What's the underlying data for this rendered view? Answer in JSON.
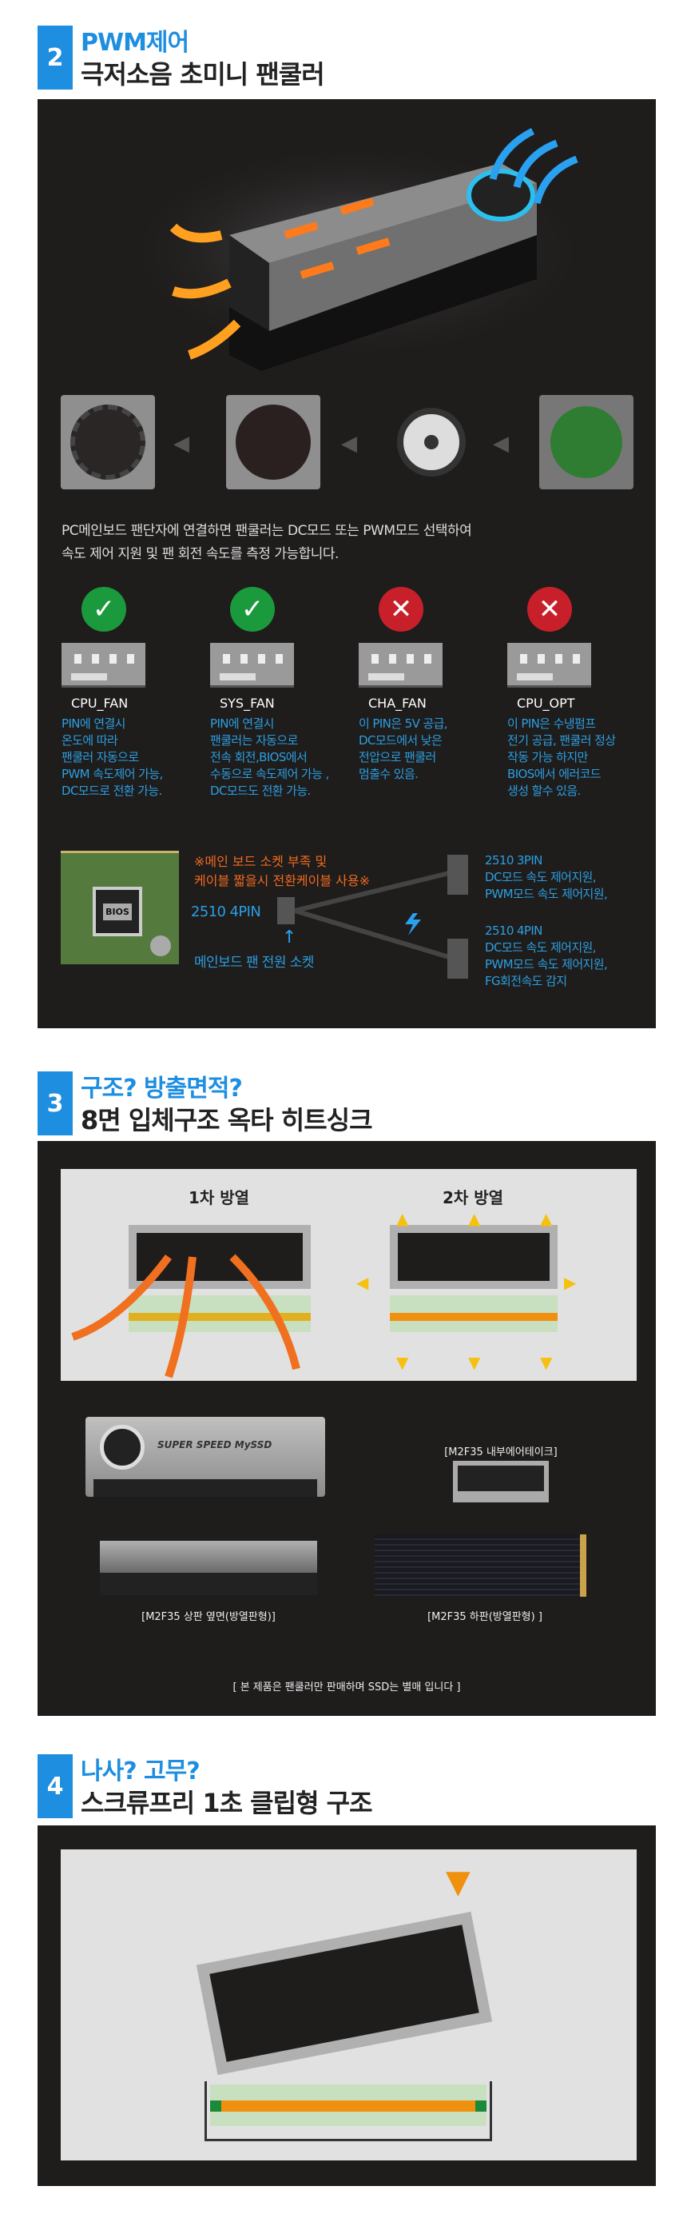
{
  "section2": {
    "number": "2",
    "title_line1": "PWM제어",
    "title_line2": "극저소음 초미니 팬쿨러",
    "description_line1": "PC메인보드 팬단자에 연결하면 팬쿨러는 DC모드 또는 PWM모드 선택하여",
    "description_line2": "속도 제어 지원 및 팬 회전 속도를 측정 가능합니다.",
    "pins": [
      {
        "name": "CPU_FAN",
        "status": "supported",
        "lines": [
          "PIN에 연결시",
          "온도에 따라",
          "팬쿨러 자동으로",
          "PWM 속도제어 가능,",
          "DC모드로 전환 가능."
        ]
      },
      {
        "name": "SYS_FAN",
        "status": "supported",
        "lines": [
          "PIN에 연결시",
          "팬쿨러는 자동으로",
          "전속 회전,BIOS에서",
          "수동으로 속도제어 가능 ,",
          "DC모드도 전환 가능."
        ]
      },
      {
        "name": "CHA_FAN",
        "status": "not-supported",
        "lines": [
          "이 PIN은 5V 공급,",
          "DC모드에서 낮은",
          "전압으로 팬쿨러",
          "멈출수 있음."
        ]
      },
      {
        "name": "CPU_OPT",
        "status": "not-supported",
        "lines": [
          "이 PIN은 수냉펌프",
          "전기 공급, 팬쿨러 정상",
          "작동 가능 하지만",
          "BIOS에서 에러코드",
          "생성 할수 있음."
        ]
      }
    ],
    "cable": {
      "bios_label": "BIOS",
      "warning_line1": "※메인 보드 소켓 부족 및",
      "warning_line2": "케이블 짧을시 전환케이블 사용※",
      "input_label": "2510 4PIN",
      "socket_label": "메인보드 팬 전원 소켓",
      "out3": [
        "2510 3PIN",
        "DC모드 속도 제어지원,",
        "PWM모드 속도 제어지원,"
      ],
      "out4": [
        "2510 4PIN",
        "DC모드 속도 제어지원,",
        "PWM모드 속도 제어지원,",
        "FG회전속도 감지"
      ]
    }
  },
  "section3": {
    "number": "3",
    "title_line1": "구조? 방출면적?",
    "title_line2": "8면 입체구조 옥타 히트싱크",
    "diagram_left": "1차 방열",
    "diagram_right": "2차 방열",
    "captions": {
      "air_intake": "[M2F35 내부에어테이크]",
      "top_side": "[M2F35 상판 옆면(방열판형)]",
      "bottom": "[M2F35 하판(방열판형) ]"
    },
    "product_text": "SUPER SPEED MySSD",
    "notice": "[ 본 제품은 팬쿨러만 판매하며 SSD는 별매 입니다 ]"
  },
  "section4": {
    "number": "4",
    "title_line1": "나사? 고무?",
    "title_line2": "스크류프리 1초 클립형 구조"
  },
  "colors": {
    "accent": "#1e8ee0",
    "panel": "#1f1c1c",
    "orange": "#f06a1e",
    "ok": "#1a9a3c",
    "no": "#c8202a"
  }
}
